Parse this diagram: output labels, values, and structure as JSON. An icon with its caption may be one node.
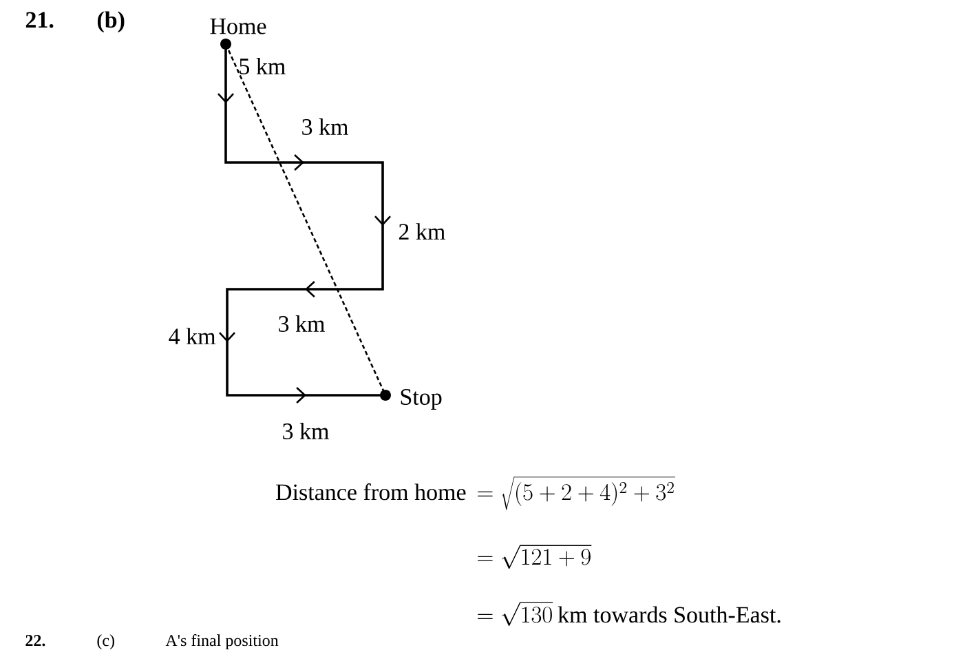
{
  "diagram": {
    "nodes": [
      {
        "text": [],
        "shape": "circle",
        "beside": [
          "Home"
        ]
      },
      {
        "text": [],
        "shape": "circle",
        "beside": [
          "Stop"
        ]
      }
    ],
    "edges": [
      {
        "from": 0,
        "to": 1,
        "arrow": "to"
      },
      {
        "from": 0,
        "to": 1,
        "arrow": "none",
        "style": "dashed"
      }
    ],
    "labels": [
      "21.",
      "(b)",
      "5 km",
      "3 km",
      "2 km",
      "3 km",
      "4 km",
      "3 km",
      "Distance from home",
      "= \\sqrt{(5+2+4)^{2}+3^{2}}",
      "= \\sqrt{121+9}",
      "= \\sqrt{130}",
      "km towards South-East.",
      "22.",
      "(c)",
      "A's final position"
    ]
  }
}
